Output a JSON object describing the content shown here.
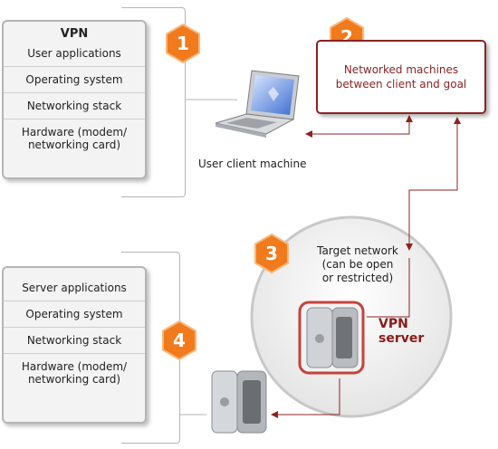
{
  "client_stack": {
    "title": "VPN",
    "layers": [
      "User  applications",
      "Operating system",
      "Networking stack",
      "Hardware (modem/\nnetworking card)"
    ]
  },
  "server_stack": {
    "layers": [
      "Server  applications",
      "Operating system",
      "Networking stack",
      "Hardware (modem/\nnetworking card)"
    ]
  },
  "badges": [
    "1",
    "2",
    "3",
    "4"
  ],
  "network_box": "Networked machines\nbetween client and goal",
  "client_caption": "User  client machine",
  "target_network": "Target network\n(can be open\nor restricted)",
  "vpn_server": "VPN\nserver",
  "colors": {
    "badge": "#f07a1c",
    "accent": "#8b2323",
    "box_border": "#b5b5b5"
  }
}
